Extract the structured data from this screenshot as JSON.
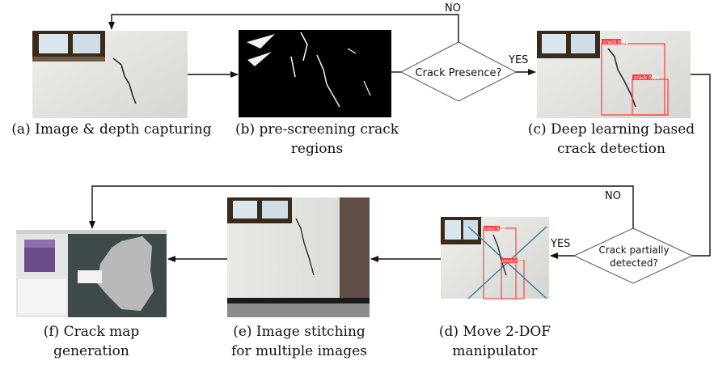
{
  "steps": {
    "a": {
      "caption_l1": "(a) Image & depth capturing"
    },
    "b": {
      "caption_l1": "(b) pre-screening crack",
      "caption_l2": "regions"
    },
    "c": {
      "caption_l1": "(c) Deep learning based",
      "caption_l2": "crack detection",
      "box1_label": "crack 0.82",
      "box2_label": "crack 0.64"
    },
    "d": {
      "caption_l1": "(d) Move 2-DOF",
      "caption_l2": "manipulator",
      "box1_label": "crack 0.88",
      "box2_label": "crack 0.56"
    },
    "e": {
      "caption_l1": "(e) Image stitching",
      "caption_l2": "for multiple images"
    },
    "f": {
      "caption_l1": "(f) Crack map",
      "caption_l2": "generation"
    }
  },
  "decisions": {
    "presence": {
      "label": "Crack Presence?",
      "yes": "YES",
      "no": "NO"
    },
    "partial": {
      "label_l1": "Crack partially",
      "label_l2": "detected?",
      "yes": "YES",
      "no": "NO"
    }
  },
  "colors": {
    "arrow": "#111111",
    "detection_box": "#ff3b3b",
    "wall": "#e6e6e2",
    "map_bg": "#3e4a4a"
  }
}
